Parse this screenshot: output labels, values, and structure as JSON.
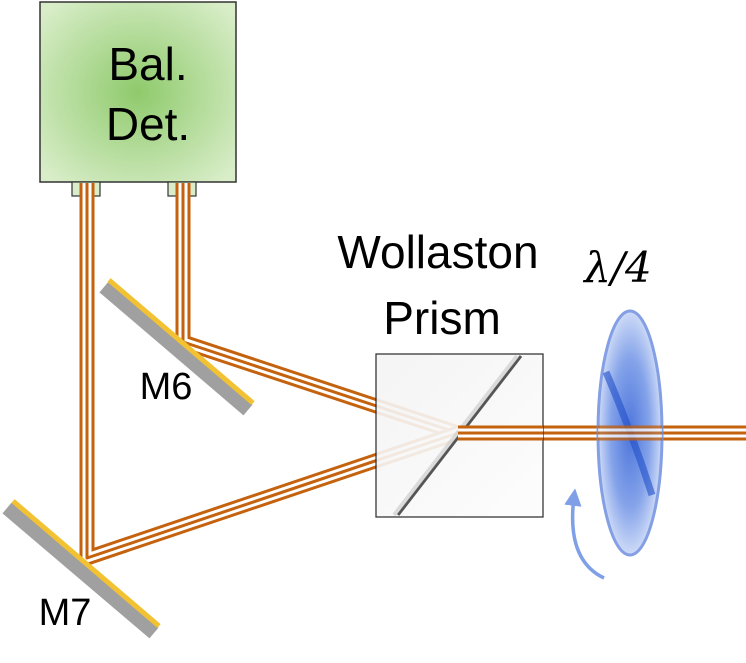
{
  "detector": {
    "line1": "Bal.",
    "line2": "Det."
  },
  "prism": {
    "line1": "Wollaston",
    "line2": "Prism"
  },
  "waveplate": {
    "label": "λ/4"
  },
  "mirrors": {
    "m6": "M6",
    "m7": "M7"
  },
  "colors": {
    "beam": "#c4620e",
    "beam_gap": "#ffffff",
    "mirror_face": "#f2c233",
    "mirror_back": "#9a9a9a",
    "detector_fill": "#c8e6b4",
    "detector_center": "#8fca6c",
    "waveplate": "#6f8fe0",
    "rotation_arrow": "#7f9fe6"
  }
}
